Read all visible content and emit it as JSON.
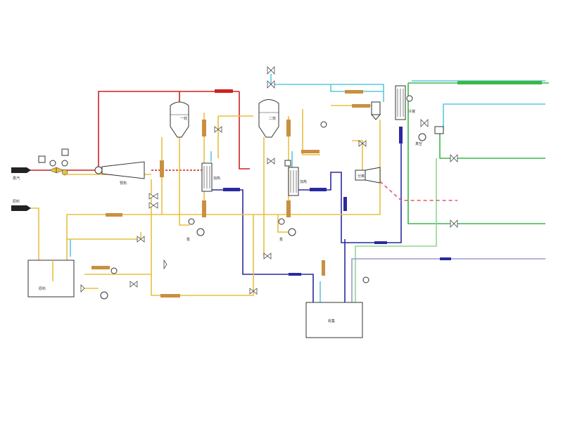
{
  "diagram": {
    "type": "process-flow-diagram",
    "colors": {
      "steam": "#cc2222",
      "material": "#e8c040",
      "cooling_water": "#5bc8dc",
      "condensate": "#2a2aa0",
      "vacuum": "#3ab84a",
      "vent": "#9a9ad0",
      "exhaust_dashed": "#e05a6a",
      "equipment": "#333333"
    },
    "tags": {
      "feed_tank": "原料",
      "first_effect": "一效",
      "second_effect": "二效",
      "heater_1": "加热",
      "heater_2": "加热",
      "condenser": "冷凝",
      "separator": "分离",
      "pump_1": "泵",
      "pump_2": "泵",
      "receiver_tank": "收集",
      "vacuum_pump": "真空",
      "preheater": "预热",
      "steam_inlet": "蒸汽",
      "feed_inlet": "原料"
    },
    "icons": [
      "evaporator-icon",
      "heat-exchanger-icon",
      "pump-icon",
      "valve-icon",
      "gauge-icon",
      "tank-icon"
    ]
  }
}
